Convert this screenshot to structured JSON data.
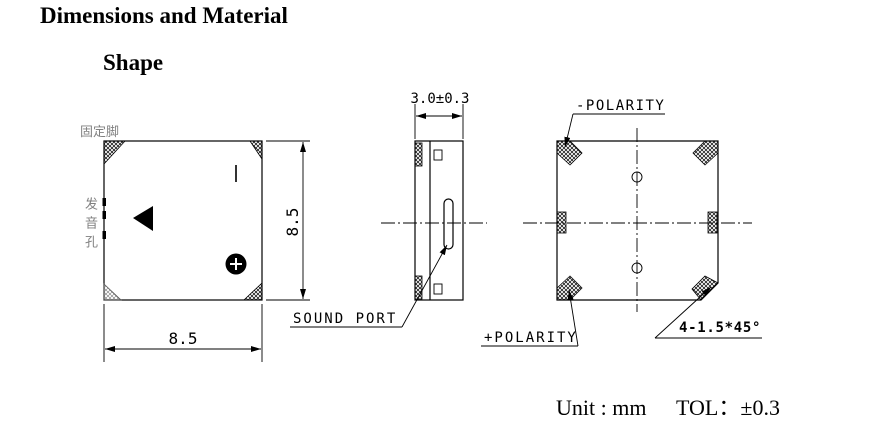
{
  "heading": "Dimensions and Material",
  "subheading": "Shape",
  "top_view": {
    "fixing_pin_label": "固定脚",
    "sound_hole_label": "发音孔",
    "height_dim": "8.5",
    "width_dim": "8.5"
  },
  "side_view": {
    "thickness_dim": "3.0±0.3",
    "sound_port_label": "SOUND PORT"
  },
  "bottom_view": {
    "negative_polarity_label": "-POLARITY",
    "positive_polarity_label": "+POLARITY",
    "chamfer_label": "4-1.5*45°"
  },
  "footer": {
    "unit": "Unit : mm",
    "tolerance": "TOL：±0.3"
  },
  "colors": {
    "line": "#000000",
    "annotation_gray": "#808080",
    "background": "#ffffff"
  }
}
